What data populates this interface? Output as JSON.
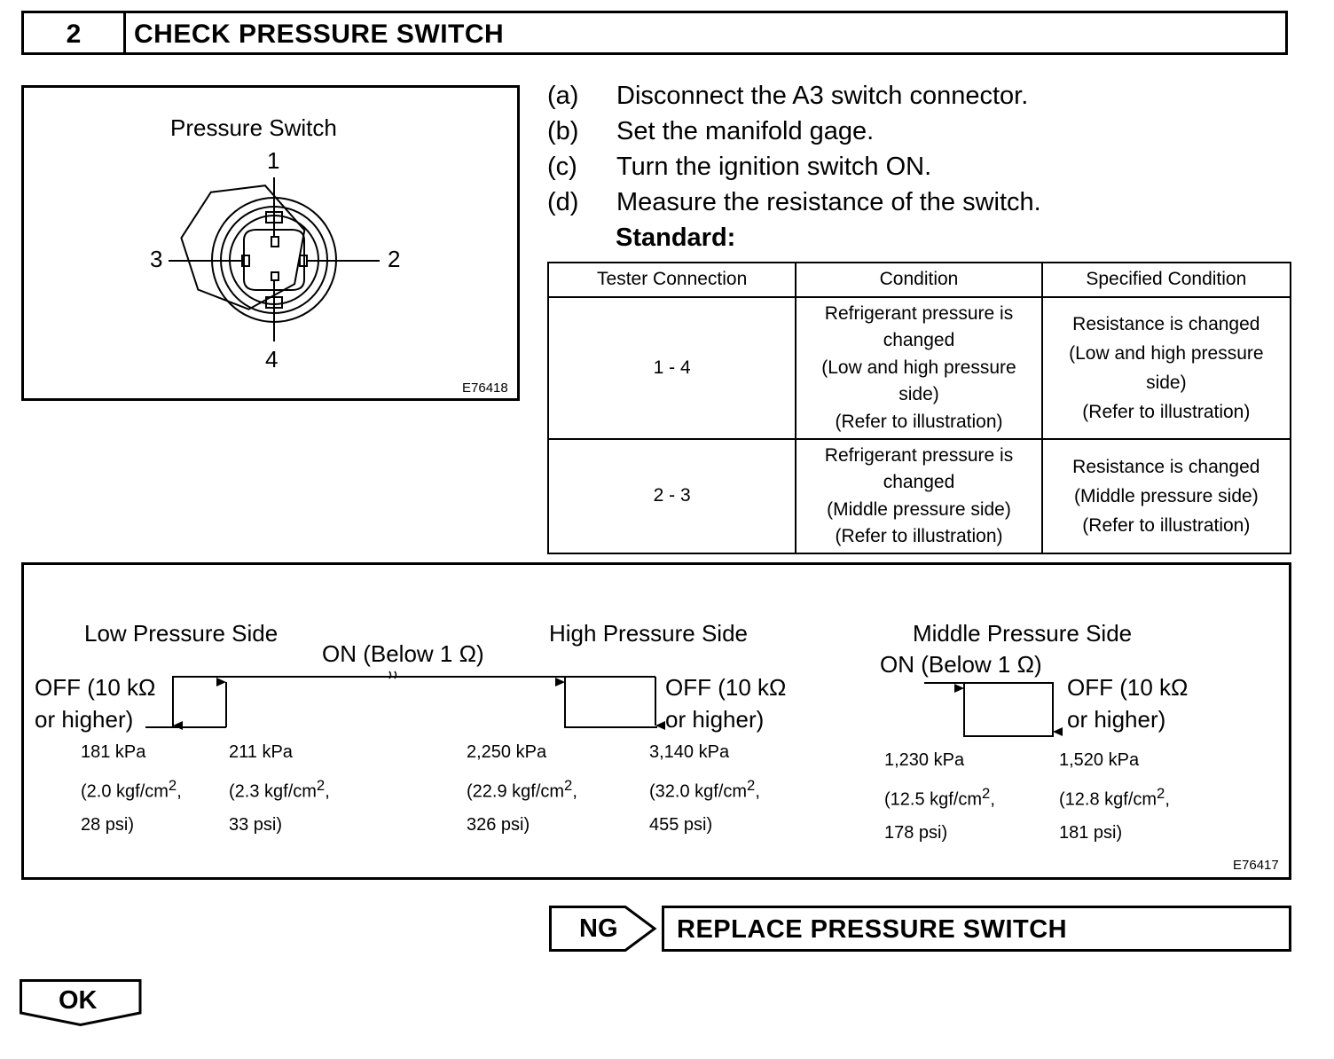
{
  "header": {
    "step_number": "2",
    "title": "CHECK PRESSURE SWITCH"
  },
  "figure1": {
    "title": "Pressure Switch",
    "terminals": {
      "top": "1",
      "right": "2",
      "left": "3",
      "bottom": "4"
    },
    "code": "E76418"
  },
  "steps": [
    {
      "label": "(a)",
      "text": "Disconnect the A3 switch connector."
    },
    {
      "label": "(b)",
      "text": "Set the manifold gage."
    },
    {
      "label": "(c)",
      "text": "Turn the ignition switch ON."
    },
    {
      "label": "(d)",
      "text": "Measure the resistance of the switch."
    }
  ],
  "standard_label": "Standard:",
  "table": {
    "headers": [
      "Tester Connection",
      "Condition",
      "Specified Condition"
    ],
    "rows": [
      {
        "connection": "1 - 4",
        "condition": [
          "Refrigerant pressure is",
          "changed",
          "(Low and high pressure",
          "side)",
          "(Refer to illustration)"
        ],
        "specified": [
          "Resistance is changed",
          "(Low and high pressure",
          "side)",
          "(Refer to illustration)"
        ]
      },
      {
        "connection": "2 - 3",
        "condition": [
          "Refrigerant pressure is",
          "changed",
          "(Middle pressure side)",
          "(Refer to illustration)"
        ],
        "specified": [
          "Resistance is changed",
          "(Middle pressure side)",
          "(Refer to illustration)"
        ]
      }
    ]
  },
  "figure2": {
    "low_side": "Low Pressure Side",
    "high_side": "High Pressure Side",
    "middle_side": "Middle Pressure Side",
    "on_label": "ON (Below 1 Ω)",
    "off_line1": "OFF (10 kΩ",
    "off_line2": "or higher)",
    "values": [
      {
        "kpa": "181 kPa",
        "kgf": "(2.0 kgf/cm",
        "psi": "28 psi)"
      },
      {
        "kpa": "211 kPa",
        "kgf": "(2.3 kgf/cm",
        "psi": "33 psi)"
      },
      {
        "kpa": "2,250 kPa",
        "kgf": "(22.9 kgf/cm",
        "psi": "326 psi)"
      },
      {
        "kpa": "3,140 kPa",
        "kgf": "(32.0 kgf/cm",
        "psi": "455 psi)"
      },
      {
        "kpa": "1,230 kPa",
        "kgf": "(12.5 kgf/cm",
        "psi": "178 psi)"
      },
      {
        "kpa": "1,520 kPa",
        "kgf": "(12.8 kgf/cm",
        "psi": "181 psi)"
      }
    ],
    "sup": "2",
    "code": "E76417"
  },
  "ng": {
    "label": "NG",
    "action": "REPLACE PRESSURE SWITCH"
  },
  "ok": {
    "label": "OK"
  }
}
